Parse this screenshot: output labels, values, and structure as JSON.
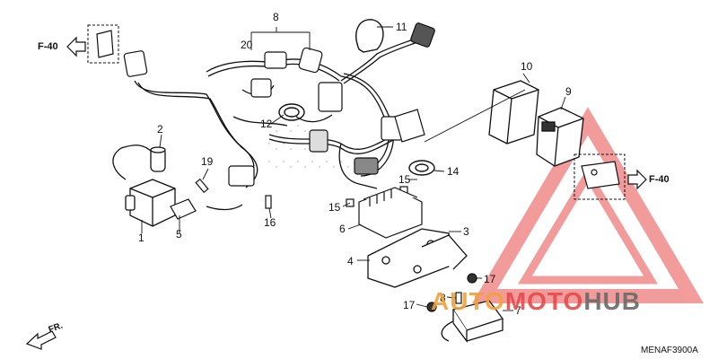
{
  "callouts": [
    "1",
    "2",
    "3",
    "4",
    "5",
    "6",
    "7",
    "8",
    "9",
    "10",
    "11",
    "12",
    "14",
    "15",
    "16",
    "17",
    "19",
    "20"
  ],
  "refs": {
    "left": "F-40",
    "right": "F-40"
  },
  "front_marker": "FR.",
  "diagram_code": "MENAF3900A",
  "watermark": {
    "part1": "AUTO",
    "part2": "MOTO",
    "part3": "HUB",
    "color_red": "#e84a4a",
    "color_gray": "#6a6a6a",
    "color_orange": "#f2a13a"
  }
}
